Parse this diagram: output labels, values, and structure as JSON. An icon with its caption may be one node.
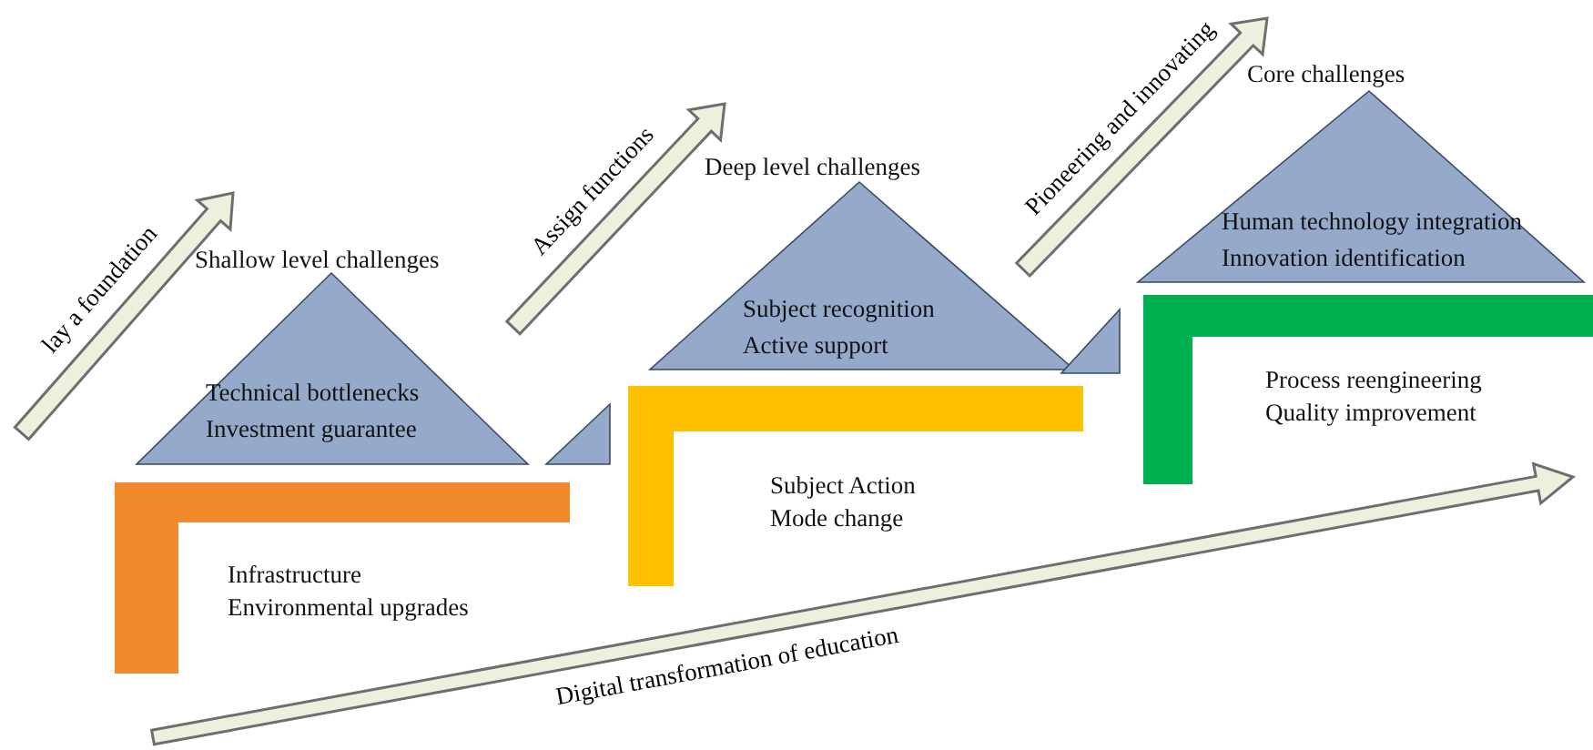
{
  "diagram": {
    "nodes": [
      {
        "text": [
          "Infrastructure Environmental upgrades"
        ]
      },
      {
        "text": [
          "Shallow level challenges",
          "Technical bottlenecks Investment guarantee"
        ]
      },
      {
        "text": [],
        "shape": "triangle"
      },
      {
        "text": [
          "Subject Action Mode change"
        ]
      },
      {
        "text": [
          "Deep level challenges",
          "Subject recognition Active support"
        ]
      },
      {
        "text": [],
        "shape": "triangle"
      },
      {
        "text": [
          "Process reengineering Quality improvement"
        ]
      },
      {
        "text": [
          "Core challenges",
          "Human technology integration Innovation identification"
        ]
      }
    ],
    "edges": [
      {
        "from": null,
        "to": 1,
        "arrow": "to",
        "label": "lay a foundation"
      },
      {
        "from": 1,
        "to": 4,
        "arrow": "to",
        "label": "Assign functions"
      },
      {
        "from": 4,
        "to": 7,
        "arrow": "to",
        "label": "Pioneering and innovating"
      }
    ],
    "labels": [
      "Digital transformation of education"
    ]
  }
}
